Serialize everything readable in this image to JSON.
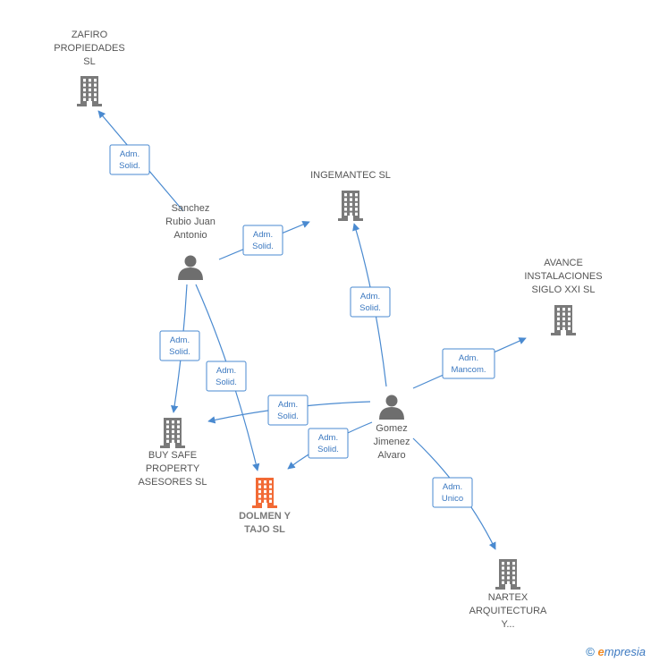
{
  "colors": {
    "company": "#7a7a7a",
    "highlight": "#f26a35",
    "person": "#6e6e6e",
    "edge": "#4a8ad0"
  },
  "nodes": [
    {
      "id": "zafiro",
      "type": "company",
      "label": [
        "ZAFIRO",
        "PROPIEDADES",
        "SL"
      ],
      "highlight": false
    },
    {
      "id": "ingemantec",
      "type": "company",
      "label": [
        "INGEMANTEC SL"
      ],
      "highlight": false
    },
    {
      "id": "avance",
      "type": "company",
      "label": [
        "AVANCE",
        "INSTALACIONES",
        "SIGLO XXI SL"
      ],
      "highlight": false
    },
    {
      "id": "buysafe",
      "type": "company",
      "label": [
        "BUY SAFE",
        "PROPERTY",
        "ASESORES  SL"
      ],
      "highlight": false
    },
    {
      "id": "dolmen",
      "type": "company",
      "label": [
        "DOLMEN Y",
        "TAJO  SL"
      ],
      "highlight": true
    },
    {
      "id": "nartex",
      "type": "company",
      "label": [
        "NARTEX",
        "ARQUITECTURA",
        "Y..."
      ],
      "highlight": false
    },
    {
      "id": "sanchez",
      "type": "person",
      "label": [
        "Sanchez",
        "Rubio Juan",
        "Antonio"
      ],
      "highlight": false
    },
    {
      "id": "gomez",
      "type": "person",
      "label": [
        "Gomez",
        "Jimenez",
        "Alvaro"
      ],
      "highlight": false
    }
  ],
  "edges": [
    {
      "from": "sanchez",
      "to": "zafiro",
      "label": [
        "Adm.",
        "Solid."
      ]
    },
    {
      "from": "sanchez",
      "to": "ingemantec",
      "label": [
        "Adm.",
        "Solid."
      ]
    },
    {
      "from": "sanchez",
      "to": "buysafe",
      "label": [
        "Adm.",
        "Solid."
      ]
    },
    {
      "from": "sanchez",
      "to": "dolmen",
      "label": [
        "Adm.",
        "Solid."
      ]
    },
    {
      "from": "gomez",
      "to": "ingemantec",
      "label": [
        "Adm.",
        "Solid."
      ]
    },
    {
      "from": "gomez",
      "to": "avance",
      "label": [
        "Adm.",
        "Mancom."
      ]
    },
    {
      "from": "gomez",
      "to": "buysafe",
      "label": [
        "Adm.",
        "Solid."
      ]
    },
    {
      "from": "gomez",
      "to": "dolmen",
      "label": [
        "Adm.",
        "Solid."
      ]
    },
    {
      "from": "gomez",
      "to": "nartex",
      "label": [
        "Adm.",
        "Unico"
      ]
    }
  ],
  "footer": {
    "copyright": "©",
    "brand_first": "e",
    "brand_rest": "mpresia"
  }
}
